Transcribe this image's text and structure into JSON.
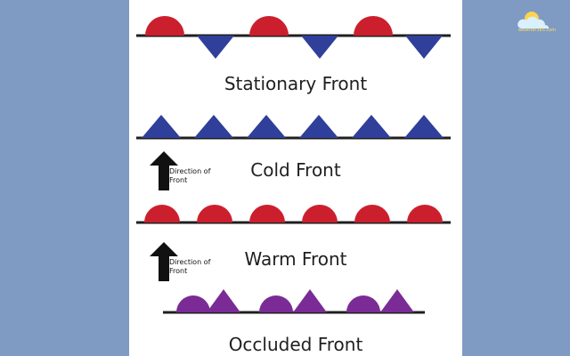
{
  "colors": {
    "background": "#7f9ac3",
    "panel": "#ffffff",
    "warm": "#cc1f2d",
    "cold": "#2f3f9a",
    "occluded": "#7a2b95",
    "arrow": "#111111"
  },
  "fronts": [
    {
      "id": "stationary",
      "title": "Stationary Front"
    },
    {
      "id": "cold",
      "title": "Cold Front"
    },
    {
      "id": "warm",
      "title": "Warm Front"
    },
    {
      "id": "occluded",
      "title": "Occluded Front"
    }
  ],
  "direction_label_lines": [
    "Direction of",
    "Front"
  ],
  "logo": {
    "text": "weather365.com",
    "icon": "sun-cloud-logo-icon"
  }
}
